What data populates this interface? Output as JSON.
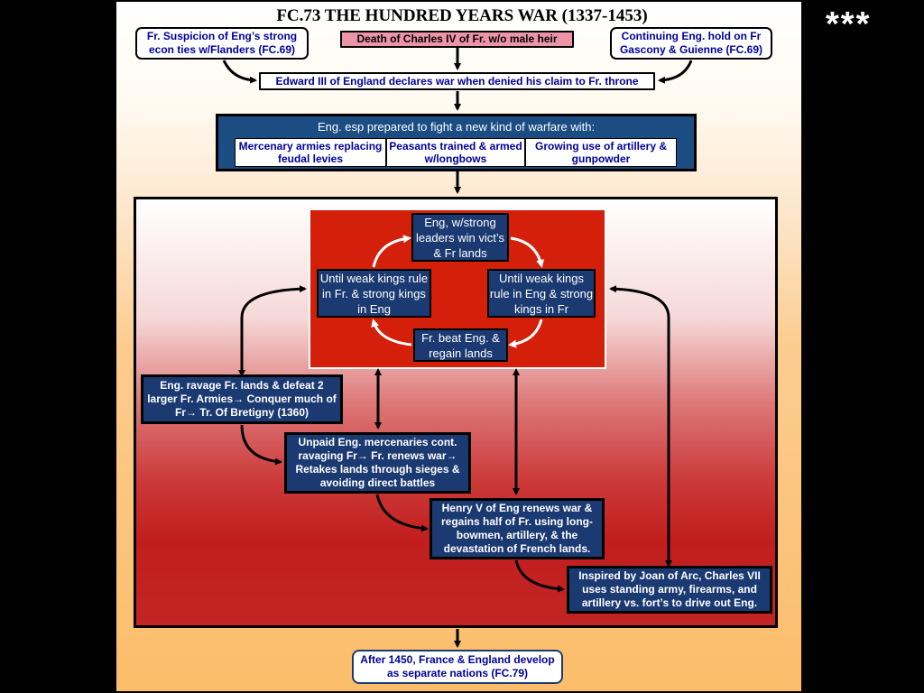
{
  "stars": "***",
  "title": "FC.73 THE HUNDRED YEARS WAR (1337-1453)",
  "top": {
    "left_cause": "Fr. Suspicion of Eng’s strong econ ties w/Flanders (FC.69)",
    "center_cause": "Death of Charles IV of Fr. w/o male heir",
    "right_cause": "Continuing Eng. hold on Fr Gascony & Guienne (FC.69)",
    "declaration": "Edward III of England declares war when denied his claim to Fr. throne"
  },
  "warfare": {
    "label": "Eng. esp  prepared to fight a new kind of warfare with:",
    "items": [
      "Mercenary armies replacing feudal levies",
      "Peasants trained & armed w/longbows",
      "Growing use of artillery & gunpowder"
    ]
  },
  "cycle": {
    "top": "Eng, w/strong leaders win vict’s & Fr lands",
    "left": "Until weak kings rule in Fr. & strong kings in Eng",
    "right": "Until weak kings rule in Eng & strong kings in Fr",
    "bottom": "Fr. beat Eng. & regain lands"
  },
  "phases": {
    "p1": "Eng. ravage Fr. lands & defeat 2 larger Fr. Armies→ Conquer much of Fr→ Tr. Of Bretigny (1360)",
    "p2": "Unpaid Eng. mercenaries cont. ravaging Fr→  Fr. renews war→ Retakes lands through sieges & avoiding direct battles",
    "p3": "Henry V of Eng renews war & regains half of Fr. using long-bowmen, artillery, & the devastation of French lands.",
    "p4": "Inspired by Joan of Arc, Charles VII uses standing army, firearms, and artillery vs. fort’s to drive out Eng."
  },
  "outcome": "After 1450, France & England develop as separate nations (FC.79)",
  "colors": {
    "navy": "#1b3a72",
    "text_blue": "#000099",
    "pink": "#ee94a8",
    "cycle_red": "#d41f0b"
  }
}
